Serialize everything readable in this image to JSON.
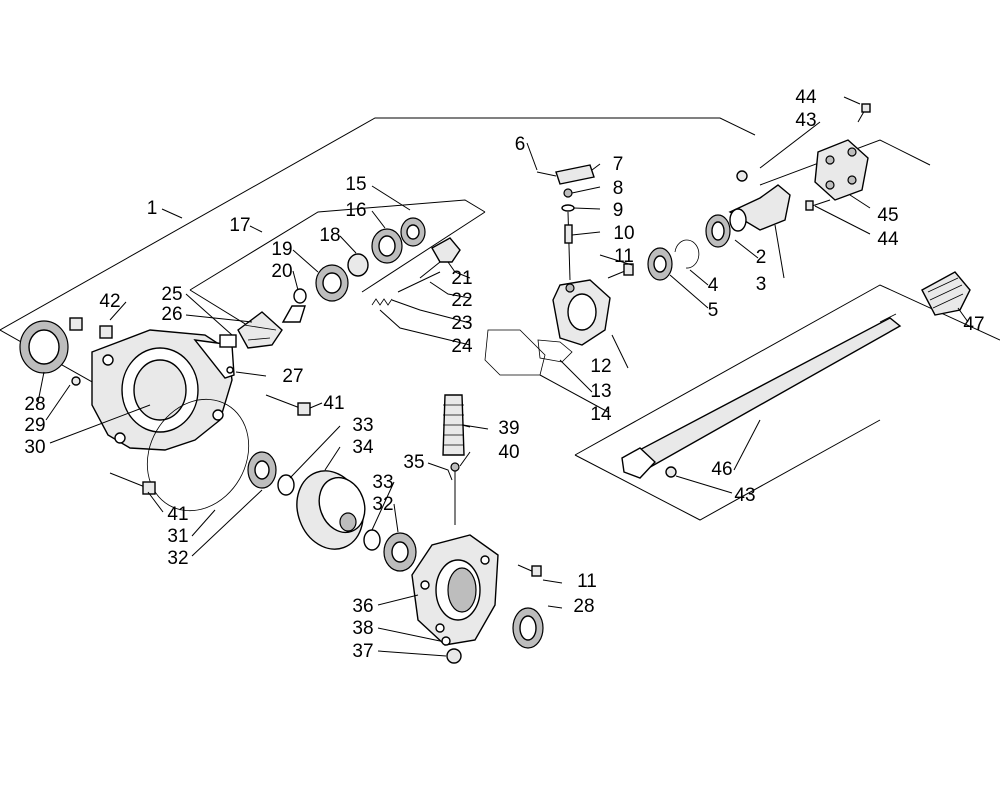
{
  "callouts": [
    {
      "id": "c1",
      "text": "1"
    },
    {
      "id": "c2",
      "text": "2"
    },
    {
      "id": "c3",
      "text": "3"
    },
    {
      "id": "c4",
      "text": "4"
    },
    {
      "id": "c5",
      "text": "5"
    },
    {
      "id": "c6",
      "text": "6"
    },
    {
      "id": "c7",
      "text": "7"
    },
    {
      "id": "c8",
      "text": "8"
    },
    {
      "id": "c9",
      "text": "9"
    },
    {
      "id": "c10",
      "text": "10"
    },
    {
      "id": "c11a",
      "text": "11"
    },
    {
      "id": "c11b",
      "text": "11"
    },
    {
      "id": "c12",
      "text": "12"
    },
    {
      "id": "c13",
      "text": "13"
    },
    {
      "id": "c14",
      "text": "14"
    },
    {
      "id": "c15",
      "text": "15"
    },
    {
      "id": "c16",
      "text": "16"
    },
    {
      "id": "c17",
      "text": "17"
    },
    {
      "id": "c18",
      "text": "18"
    },
    {
      "id": "c19",
      "text": "19"
    },
    {
      "id": "c20",
      "text": "20"
    },
    {
      "id": "c21",
      "text": "21"
    },
    {
      "id": "c22",
      "text": "22"
    },
    {
      "id": "c23",
      "text": "23"
    },
    {
      "id": "c24",
      "text": "24"
    },
    {
      "id": "c25",
      "text": "25"
    },
    {
      "id": "c26",
      "text": "26"
    },
    {
      "id": "c27",
      "text": "27"
    },
    {
      "id": "c28a",
      "text": "28"
    },
    {
      "id": "c28b",
      "text": "28"
    },
    {
      "id": "c29",
      "text": "29"
    },
    {
      "id": "c30",
      "text": "30"
    },
    {
      "id": "c31",
      "text": "31"
    },
    {
      "id": "c32a",
      "text": "32"
    },
    {
      "id": "c32b",
      "text": "32"
    },
    {
      "id": "c33a",
      "text": "33"
    },
    {
      "id": "c33b",
      "text": "33"
    },
    {
      "id": "c34",
      "text": "34"
    },
    {
      "id": "c35",
      "text": "35"
    },
    {
      "id": "c36",
      "text": "36"
    },
    {
      "id": "c37",
      "text": "37"
    },
    {
      "id": "c38",
      "text": "38"
    },
    {
      "id": "c39",
      "text": "39"
    },
    {
      "id": "c40",
      "text": "40"
    },
    {
      "id": "c41a",
      "text": "41"
    },
    {
      "id": "c41b",
      "text": "41"
    },
    {
      "id": "c42",
      "text": "42"
    },
    {
      "id": "c43a",
      "text": "43"
    },
    {
      "id": "c43b",
      "text": "43"
    },
    {
      "id": "c44a",
      "text": "44"
    },
    {
      "id": "c44b",
      "text": "44"
    },
    {
      "id": "c45",
      "text": "45"
    },
    {
      "id": "c46",
      "text": "46"
    },
    {
      "id": "c47",
      "text": "47"
    }
  ]
}
